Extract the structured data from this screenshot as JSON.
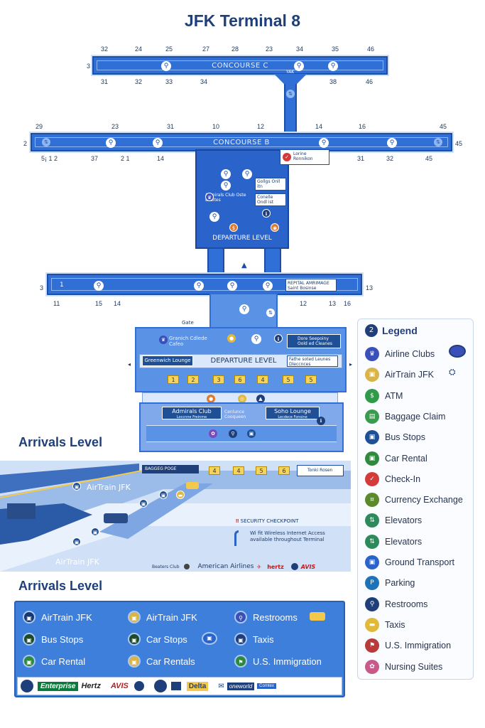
{
  "title": "JFK Terminal 8",
  "concourse_c": {
    "label": "CONCOURSE C",
    "left_num": "3",
    "top_gates": [
      "32",
      "24",
      "25",
      "27",
      "28",
      "23",
      "34",
      "35",
      "46"
    ],
    "bottom_gates": [
      "31",
      "32",
      "33",
      "34",
      "38",
      "46"
    ],
    "sign": "YAK"
  },
  "concourse_b": {
    "label": "CONCOURSE B",
    "left_num": "2",
    "right_num": "45",
    "top_gates": [
      "29",
      "23",
      "31",
      "10",
      "12",
      "14",
      "16",
      "45"
    ],
    "bottom_gates": [
      "5¡ 1 2",
      "37",
      "2 1",
      "14",
      "31",
      "32",
      "45"
    ],
    "callout": "Lorine Ronnikon"
  },
  "departure_hub": {
    "label": "DEPARTURE LEVEL",
    "admirals": "Admirals Club Oste Bosites",
    "right1": "Gollgs Onll itn",
    "right2": "Conelle Ondl ist"
  },
  "concourse_a": {
    "left_num": "3",
    "right_num": "13",
    "gate1": "1",
    "bottom_gates": [
      "11",
      "15",
      "14",
      "12",
      "13",
      "16"
    ],
    "callout": "REPITAL AMRIMAGE Saint Bosinse"
  },
  "main_terminal": {
    "gate_sign": "Gate",
    "greenwich_cafe": "Granich Cdlede Cafeo",
    "top_right": "Dore Seepoiny Oold ed Cleanes",
    "greenwich_lounge": "Greenwich Lounge",
    "label": "DEPARTURE LEVEL",
    "right_box": "Fathe soted Leunes Dleccnces",
    "gates": [
      "1",
      "2",
      "3",
      "6",
      "4",
      "5",
      "5"
    ],
    "admirals_club": "Admirals Club",
    "admirals_sub": "Loccnne Freinme",
    "cafe_text": "Cenlunce Cooqueen",
    "soho_lounge": "Soho Lounge",
    "soho_sub": "Lecdece Fonsine"
  },
  "arrivals_level_1": {
    "heading": "Arrivals Level",
    "sign": "BAGGEG POGE",
    "gates": [
      "4",
      "4",
      "5",
      "6"
    ],
    "right_sign": "Tonki Rosen",
    "airtrain1": "AirTrain JFK",
    "airtrain2": "AirTrain JFK",
    "security": "SECURITY CHECKPOINT",
    "wifi": "Wi fit Wireless Internet Access available throughout Terminal"
  },
  "partner_strip": [
    "Beaters Club",
    "American Airlines",
    "hertz",
    "AVIS"
  ],
  "legend": {
    "title": "Legend",
    "items": [
      {
        "label": "Airline Clubs",
        "color": "#3a4fb8",
        "icon": "lounge-icon"
      },
      {
        "label": "AirTrain JFK",
        "color": "#d9b44a",
        "icon": "train-icon"
      },
      {
        "label": "ATM",
        "color": "#2f9a48",
        "icon": "atm-icon"
      },
      {
        "label": "Baggage Claim",
        "color": "#3a9a4e",
        "icon": "baggage-icon"
      },
      {
        "label": "Bus Stops",
        "color": "#1f4f95",
        "icon": "bus-icon"
      },
      {
        "label": "Car Rental",
        "color": "#2f8a3f",
        "icon": "car-icon"
      },
      {
        "label": "Check-In",
        "color": "#d43a3a",
        "icon": "check-icon"
      },
      {
        "label": "Currency Exchange",
        "color": "#5a8a2a",
        "icon": "currency-icon"
      },
      {
        "label": "Elevators",
        "color": "#2e8a5a",
        "icon": "elevator-icon"
      },
      {
        "label": "Elevators",
        "color": "#2e8a5a",
        "icon": "elevator-icon"
      },
      {
        "label": "Ground Transport",
        "color": "#2a63c9",
        "icon": "transport-icon"
      },
      {
        "label": "Parking",
        "color": "#1e73b8",
        "icon": "parking-icon"
      },
      {
        "label": "Restrooms",
        "color": "#1f3f7a",
        "icon": "restroom-icon"
      },
      {
        "label": "Taxis",
        "color": "#e0b93a",
        "icon": "taxi-icon"
      },
      {
        "label": "U.S. Immigration",
        "color": "#b83a3a",
        "icon": "flag-icon"
      },
      {
        "label": "Nursing Suites",
        "color": "#c75a8a",
        "icon": "nursing-icon"
      }
    ]
  },
  "arrivals_level_2": {
    "heading": "Arrivals Level",
    "col1": [
      "AirTrain JFK",
      "Bus Stops",
      "Car Rental"
    ],
    "col2": [
      "AirTrain JFK",
      "Car Stops",
      "Car Rentals"
    ],
    "col3": [
      "Restrooms",
      "Taxis",
      "U.S. Immigration"
    ]
  },
  "brand_bar": [
    "Enterprise",
    "Hertz",
    "AVIS",
    "Delta",
    "oneworld",
    "Comtex"
  ]
}
